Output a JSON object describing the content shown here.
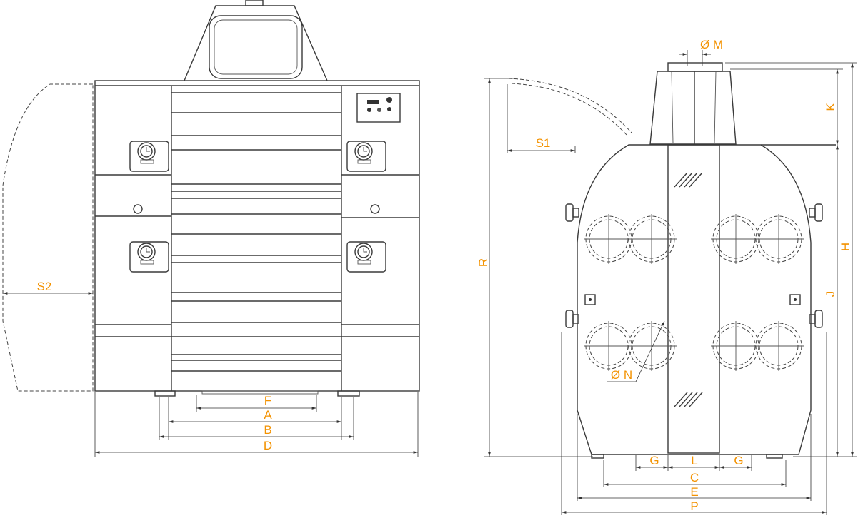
{
  "accent_color": "#f39200",
  "left_view": {
    "dimensions": {
      "F": "F",
      "A": "A",
      "B": "B",
      "D": "D",
      "S2": "S2"
    }
  },
  "right_view": {
    "dimensions": {
      "S1": "S1",
      "R": "R",
      "K": "K",
      "H": "H",
      "J": "J",
      "M": "Ø M",
      "N": "Ø N",
      "G_left": "G",
      "L": "L",
      "G_right": "G",
      "C": "C",
      "E": "E",
      "P": "P"
    }
  }
}
